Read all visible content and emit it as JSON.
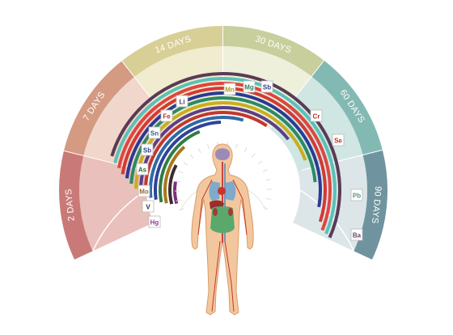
{
  "time_segments": [
    {
      "label": "2 DAYS",
      "outer_color": "#c97a78",
      "inner_color": "#e9c0bb"
    },
    {
      "label": "7 DAYS",
      "outer_color": "#d49a82",
      "inner_color": "#f1d6cb"
    },
    {
      "label": "14 DAYS",
      "outer_color": "#d8cf96",
      "inner_color": "#f1ecd0"
    },
    {
      "label": "30 DAYS",
      "outer_color": "#c8cf9c",
      "inner_color": "#eef0db"
    },
    {
      "label": "60 DAYS",
      "outer_color": "#83b9b3",
      "inner_color": "#cfe6e2"
    },
    {
      "label": "90 DAYS",
      "outer_color": "#6f949f",
      "inner_color": "#dce6e8"
    }
  ],
  "elements": [
    {
      "symbol": "Hg",
      "color": "#8e3d8f",
      "arc_color": "#7a2f7e"
    },
    {
      "symbol": "V",
      "color": "#2d2d2d",
      "arc_color": "#3b2a2f"
    },
    {
      "symbol": "Mo",
      "color": "#9a6a2a",
      "arc_color": "#a8781d"
    },
    {
      "symbol": "As",
      "color": "#2d6a3e",
      "arc_color": "#2f7d45"
    },
    {
      "symbol": "Sb",
      "color": "#2c3e8c",
      "arc_color": "#30429a"
    },
    {
      "symbol": "Sn",
      "color": "#2f5f8f",
      "arc_color": "#2f6aa8"
    },
    {
      "symbol": "Fe",
      "color": "#b5332e",
      "arc_color": "#c4362f"
    },
    {
      "symbol": "Li",
      "color": "#4a3a6b",
      "arc_color": "#5b3f86"
    },
    {
      "symbol": "Mn",
      "color": "#b39a1c",
      "arc_color": "#c9ad1d"
    },
    {
      "symbol": "Mg",
      "color": "#2f7d5d",
      "arc_color": "#2c8a63"
    },
    {
      "symbol": "Sb",
      "color": "#2c3e8c",
      "arc_color": "#2b3a93"
    },
    {
      "symbol": "Cr",
      "color": "#b5332e",
      "arc_color": "#d23a35"
    },
    {
      "symbol": "Se",
      "color": "#b5332e",
      "arc_color": "#e0453f"
    },
    {
      "symbol": "Pb",
      "color": "#5f8f8a",
      "arc_color": "#59c1b5"
    },
    {
      "symbol": "Ba",
      "color": "#6b4a6a",
      "arc_color": "#5a3b55"
    }
  ],
  "colors": {
    "body_skin": "#f3c79d",
    "body_outline": "#d89c6a",
    "artery_red": "#c7342c",
    "vein_blue": "#4a7fbf",
    "organ_green": "#5aa86b",
    "brain_purple": "#9b8ab8"
  }
}
